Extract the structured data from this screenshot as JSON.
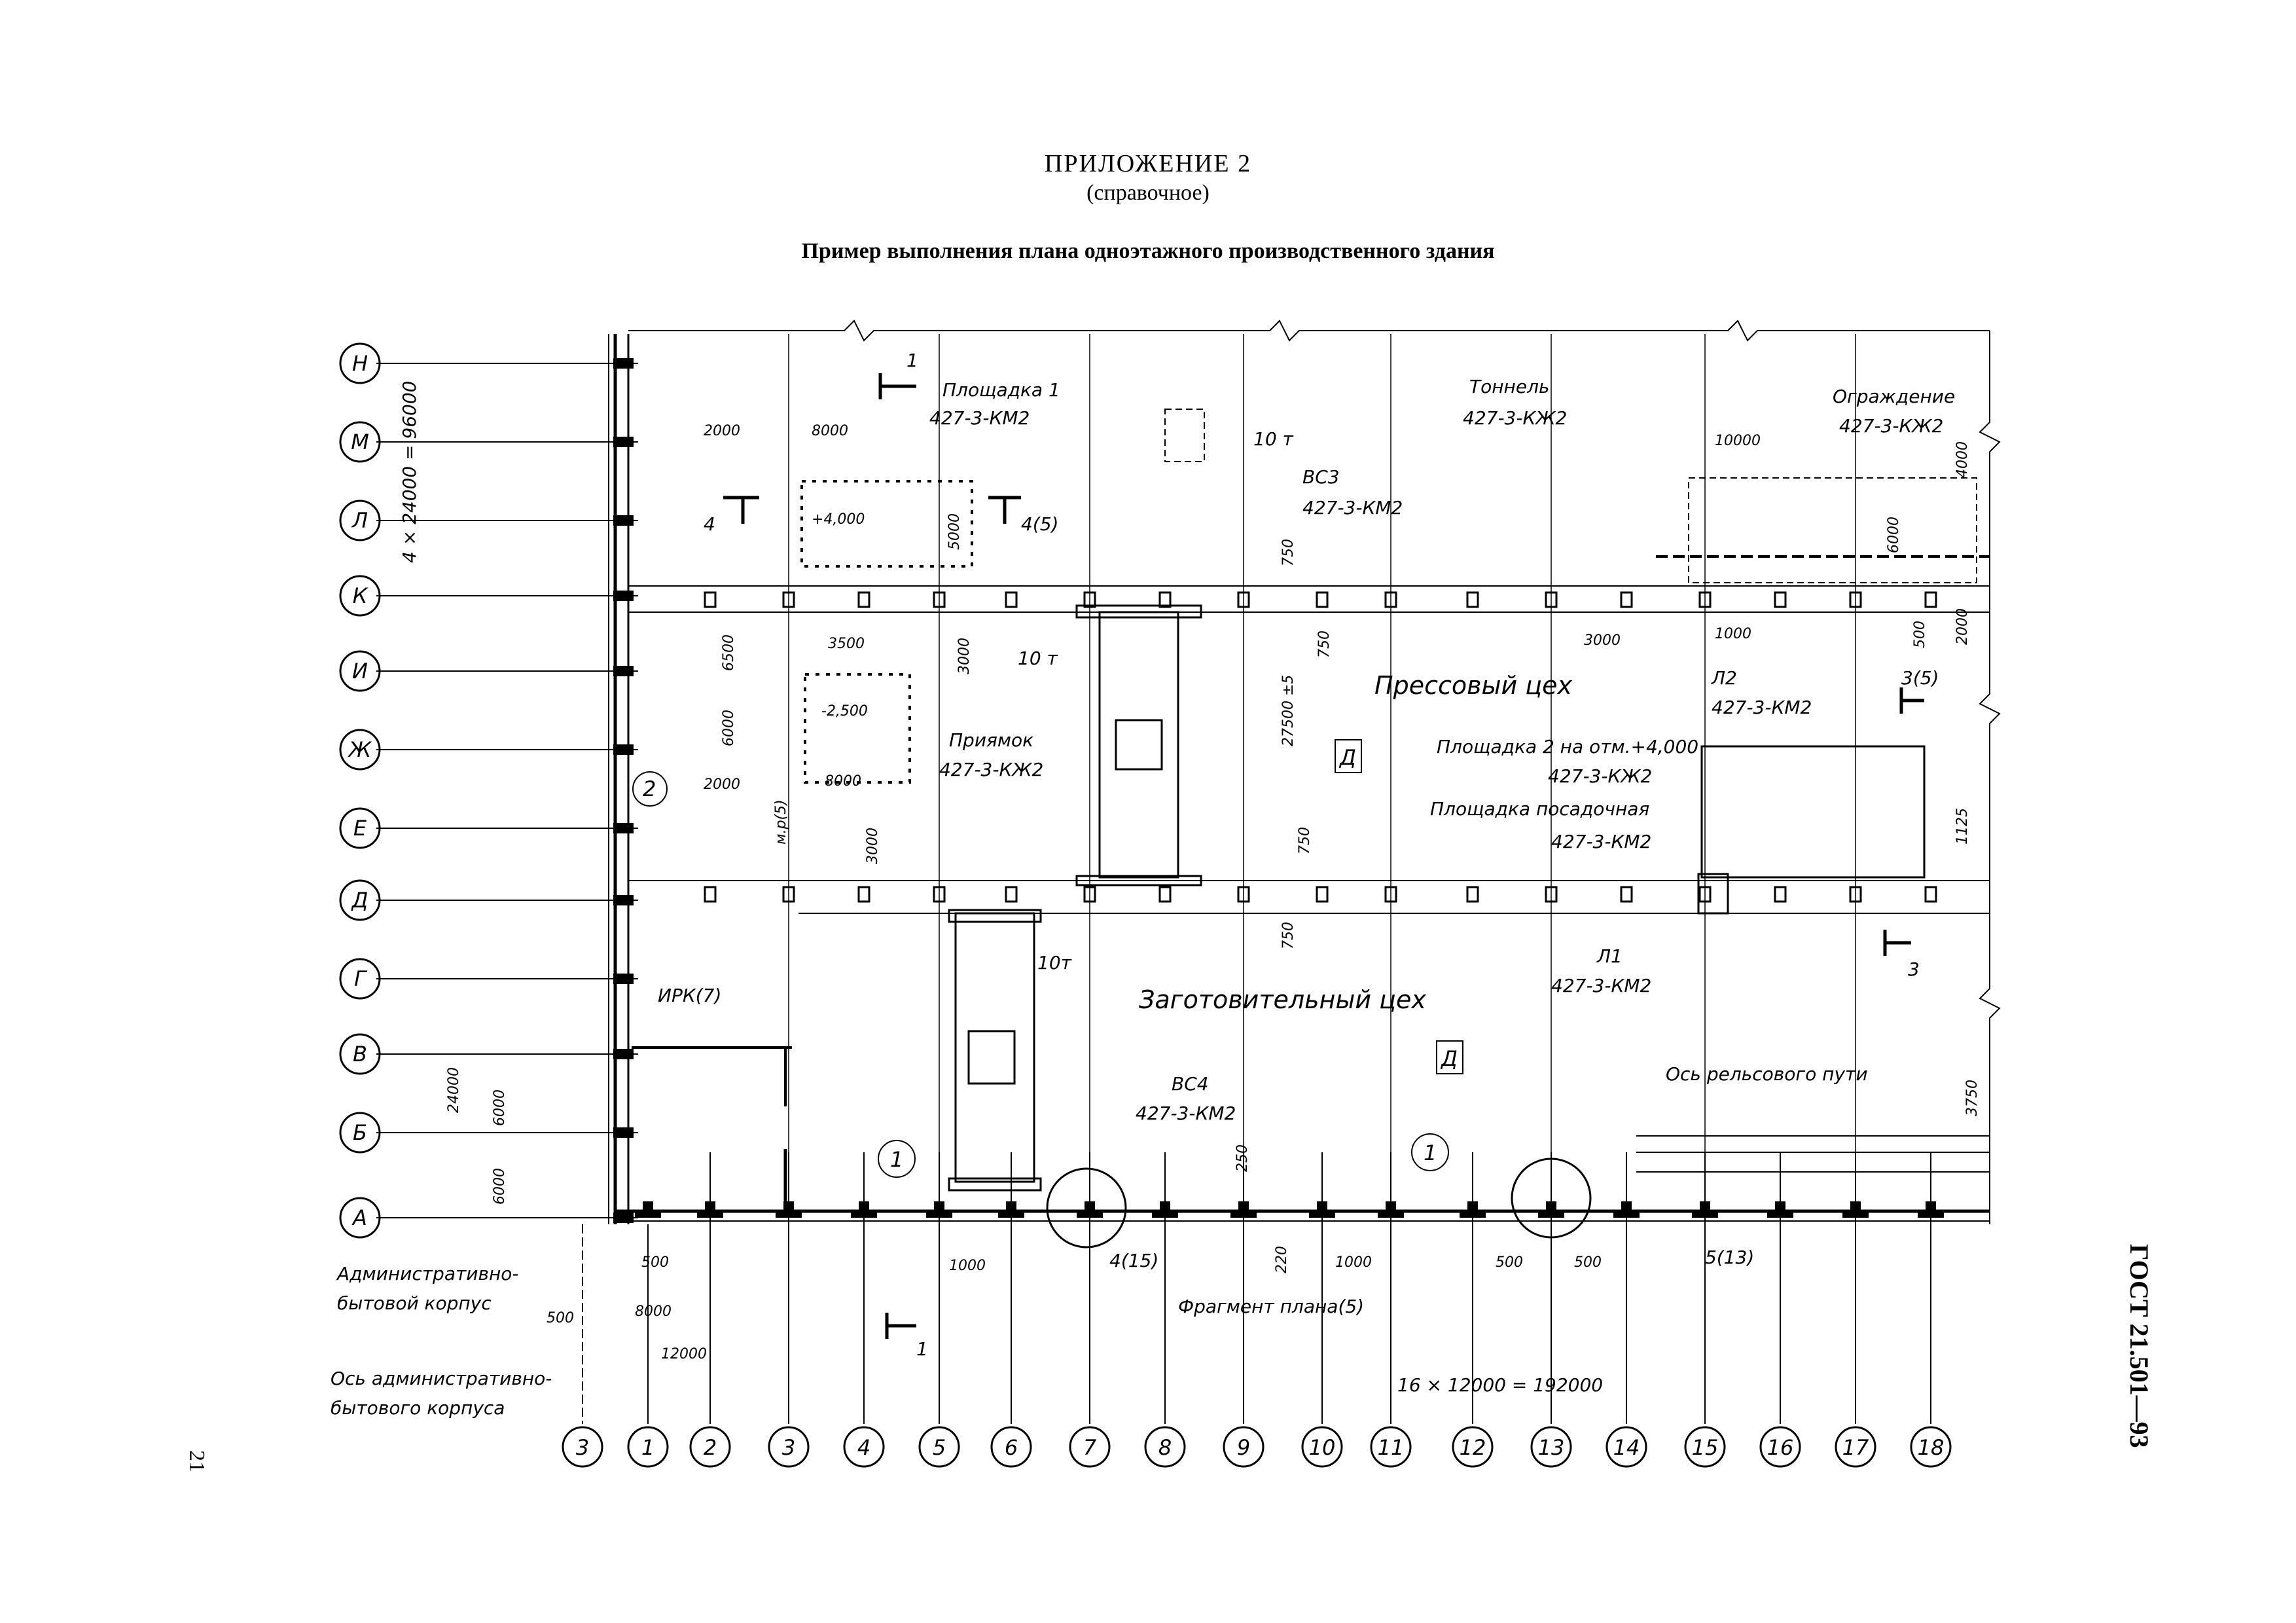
{
  "header": {
    "appendix": "ПРИЛОЖЕНИЕ 2",
    "appendix_note": "(справочное)",
    "title": "Пример выполнения плана одноэтажного производственного здания"
  },
  "standard": "ГОСТ 21.501—93",
  "page_number": "21",
  "axes": {
    "rows": [
      "Н",
      "М",
      "Л",
      "К",
      "И",
      "Ж",
      "Е",
      "Д",
      "Г",
      "В",
      "Б",
      "А"
    ],
    "columns": [
      "3",
      "1",
      "2",
      "3",
      "4",
      "5",
      "6",
      "7",
      "8",
      "9",
      "10",
      "11",
      "12",
      "13",
      "14",
      "15",
      "16",
      "17",
      "18"
    ]
  },
  "labels": {
    "platform1": "Площадка 1",
    "platform1_ref": "427-3-КМ2",
    "tunnel": "Тоннель",
    "tunnel_ref": "427-3-КЖ2",
    "fence": "Ограждение",
    "fence_ref": "427-3-КЖ2",
    "vs3": "ВС3",
    "vs3_ref": "427-3-КМ2",
    "crane_top": "10 т",
    "crane_mid": "10 т",
    "crane_low": "10т",
    "press_shop": "Прессовый цех",
    "press_cat": "Д",
    "pit": "Приямок",
    "pit_ref": "427-3-КЖ2",
    "pit_mark": "-2,500",
    "platform1_mark": "+4,000",
    "l2": "Л2",
    "l2_ref": "427-3-КМ2",
    "platform2": "Площадка 2 на отм.+4,000",
    "platform2_ref": "427-3-КЖ2",
    "landing": "Площадка посадочная",
    "landing_ref": "427-3-КМ2",
    "l1": "Л1",
    "l1_ref": "427-3-КМ2",
    "irk": "ИРК(7)",
    "blank_shop": "Заготовительный цех",
    "blank_cat": "Д",
    "vs4": "ВС4",
    "vs4_ref": "427-3-КМ2",
    "rail_axis": "Ось рельсового пути",
    "admin_block_1": "Административно-",
    "admin_block_2": "бытовой корпус",
    "admin_axis_1": "Ось административно-",
    "admin_axis_2": "бытового корпуса",
    "fragment": "Фрагмент плана(5)",
    "node4": "4(15)",
    "node5": "5(13)",
    "node1": "1",
    "cut1": "1",
    "cut1b": "1",
    "cut3": "3(5)",
    "cut3b": "3",
    "cut4": "4",
    "cut4b": "4(5)",
    "cut2": "2",
    "cut_mr": "м.р(5)"
  },
  "dims": {
    "total_vertical": "4 × 24000 = 96000",
    "total_horizontal": "16 × 12000 = 192000",
    "d2000a": "2000",
    "d8000a": "8000",
    "d5000": "5000",
    "d3500": "3500",
    "d6500": "6500",
    "d6000a": "6000",
    "d3000a": "3000",
    "d2000b": "2000",
    "d8000b": "8000",
    "d3000b": "3000",
    "d27500": "27500 ±5",
    "d750a": "750",
    "d750b": "750",
    "d750c": "750",
    "d750d": "750",
    "d10000": "10000",
    "d4000": "4000",
    "d6000b": "6000",
    "d3000c": "3000",
    "d1000a": "1000",
    "d500a": "500",
    "d2000c": "2000",
    "d1125": "1125",
    "d24000": "24000",
    "d6000c": "6000",
    "d6000d": "6000",
    "d500b": "500",
    "d500c": "500",
    "d8000c": "8000",
    "d12000": "12000",
    "d1000b": "1000",
    "d220": "220",
    "d1000c": "1000",
    "d500d": "500",
    "d500e": "500",
    "d3750": "3750",
    "d250": "250"
  }
}
